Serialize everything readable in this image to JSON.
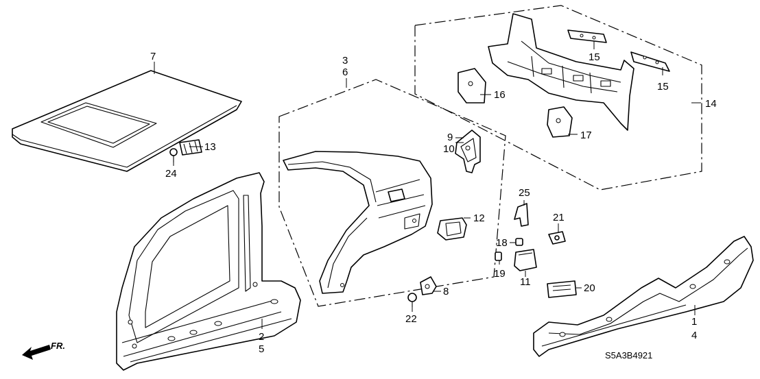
{
  "callouts": {
    "c1": "1",
    "c2": "2",
    "c3": "3",
    "c4": "4",
    "c5": "5",
    "c6": "6",
    "c7": "7",
    "c8": "8",
    "c9": "9",
    "c10": "10",
    "c11": "11",
    "c12": "12",
    "c13": "13",
    "c14": "14",
    "c15a": "15",
    "c15b": "15",
    "c16": "16",
    "c17": "17",
    "c18": "18",
    "c19": "19",
    "c20": "20",
    "c21": "21",
    "c22": "22",
    "c24": "24",
    "c25": "25"
  },
  "direction_label": "FR.",
  "diagram_code": "S5A3B4921",
  "colors": {
    "ink": "#000000",
    "paper": "#ffffff"
  }
}
